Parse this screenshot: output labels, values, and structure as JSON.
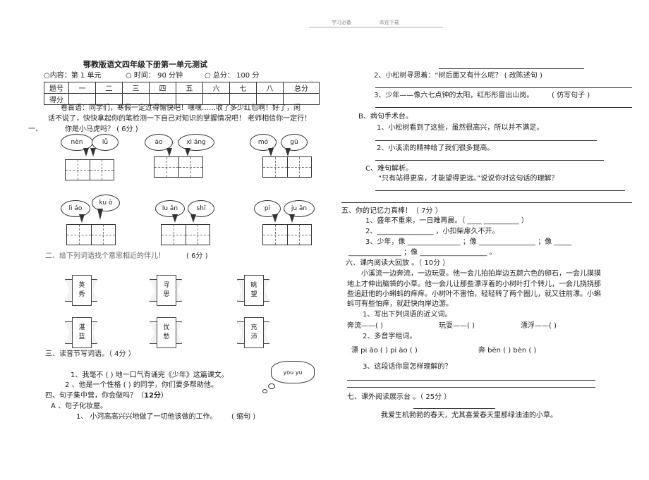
{
  "header": {
    "left": "学习必备",
    "right": "欢迎下载"
  },
  "title": "鄂教版语文四年级下册第一单元测试",
  "info": {
    "content": "○内容：第 1 单元",
    "time": "○ 时间： 90 分钟",
    "total": "○ 总分： 100 分"
  },
  "score_table": {
    "row1": [
      "题号",
      "一",
      "二",
      "三",
      "四",
      "五",
      "六",
      "七",
      "八",
      "总分"
    ],
    "row2": [
      "得分",
      "",
      "",
      "",
      "",
      "",
      "",
      "",
      "",
      ""
    ]
  },
  "intro": {
    "l1": "卷首语：同学们，寒假一定过得愉快吧！嘿嘿……收了多少红包啊！好了，闲",
    "l2": "话不说了，快快拿起你的笔检测一下自己对知识的掌握情况吧！     老师相信你一定行！"
  },
  "s1": {
    "num": "一、",
    "title": "你是小马虎吗？ ( 6分 )",
    "groups": [
      {
        "p1": "nèn",
        "p2": "lǚ"
      },
      {
        "p1": "áo",
        "p2": "xì áng"
      },
      {
        "p1": "mó",
        "p2": "gū"
      },
      {
        "p1": "lì áo",
        "p2": "ku ò"
      },
      {
        "p1": "lu ǎn",
        "p2": "shī"
      },
      {
        "p1": "pí",
        "p2": "ju ān"
      }
    ]
  },
  "s2": {
    "title": "二、给下列词语找个意思相近的伴儿！",
    "score": "( 6分 )",
    "scrolls": [
      {
        "a": "英",
        "b": "秀"
      },
      {
        "a": "寻",
        "b": "思"
      },
      {
        "a": "眺",
        "b": "望"
      },
      {
        "a": "湛",
        "b": "蓝"
      },
      {
        "a": "忧",
        "b": "愁"
      },
      {
        "a": "充",
        "b": "沛"
      }
    ]
  },
  "s3": {
    "title": "三、读音节写词语。（ 4分 ）",
    "q1": "1、我毫不 (          ) 地一口气背诵完《少年》这篇课文。",
    "q2": "2  、他是一个性格 (                  ) 的同学，你们要多帮助他。",
    "cloud": "you yu"
  },
  "s4": {
    "title": "四、句子集中营，你会做吗？（",
    "score": "12分",
    "close": "）",
    "a_title": "A 、句子化妆屋。",
    "a1": "1、 小河高高兴兴地做了一切他该做的工作。",
    "a1_hint": "( 缩句 )",
    "a2": "2、小松树寻思着：“树后面又有什么呢？ ( 改陈述句 )",
    "a3": "3、少年——像六七点钟的太阳，红彤彤冒出山岗。",
    "a3_hint": "( 仿写句子 )",
    "b_title": "B、病句手术台。",
    "b1": "1、小松树看到了这些，虽然很高兴，所以并不满足。",
    "b2": "2、小溪流的精神给了我们很多提高。",
    "c_title": "C、难句解析。",
    "c1": "“只有站得更高，才能望得更远。”说说你对这句话的理解？"
  },
  "s5": {
    "title": "五、你的记忆力真棒！（ 7分 ）",
    "q1": "1、盛年不重来，一日难再晨。（ ____    __________    ）",
    "q2": "2、________________    ，小扣柴扉久不开。",
    "q3": "3、少年，像 _______________ ；像 ________________ ；像 _____",
    "q3b": "_______________ ；像 ___________________ 。"
  },
  "s6": {
    "title": "六、课内阅读大回放 。（ 10分 ）",
    "p1": "小溪流一边奔流，一边玩耍。他一会儿拍拍岸边五颜六色的卵石，一会儿摸摸",
    "p2": "地上才伸出脑袋的小草。他一会儿让那些漂浮着的小树叶打个转儿，一会儿挠挠那",
    "p3": "些追赶他的小蝌蚪的痒痒。小树叶不害怕，轻轻转了两个圈儿，就又往前漂。小蝌",
    "p4": "蚪可有些怕痒，就赶快向岸边游。",
    "q1": "1、写出下列词语的近义词。",
    "syn1": "奔流——(          )",
    "syn2": "玩耍——(          )",
    "syn3": "漂浮——(          )",
    "q2": "2、多音字组词。",
    "poly1": "漂 pi āo (          ) pi ào (          )",
    "poly2": "奔 bēn (          ) bèn (          )",
    "q3": "3、这段话你是怎样理解的？"
  },
  "s7": {
    "title": "七、课外阅读展示台 。（ 25分 ）",
    "p1": "我爱生机勃勃的春天，尤其喜爱春天里那绿油油的小草。"
  }
}
